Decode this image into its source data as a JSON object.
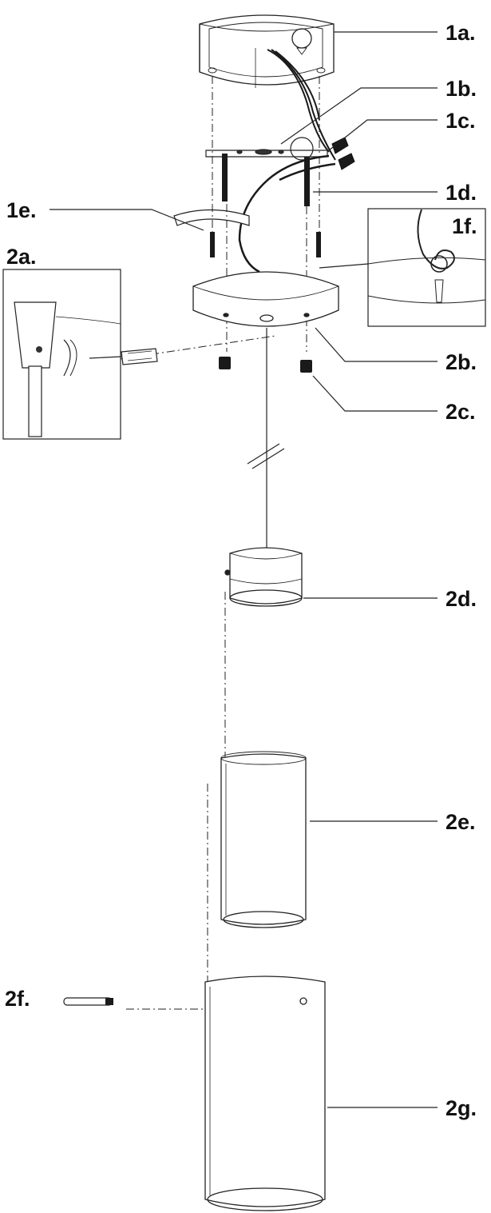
{
  "labels": {
    "l1a": "1a.",
    "l1b": "1b.",
    "l1c": "1c.",
    "l1d": "1d.",
    "l1e": "1e.",
    "l1f": "1f.",
    "l2a": "2a.",
    "l2b": "2b.",
    "l2c": "2c.",
    "l2d": "2d.",
    "l2e": "2e.",
    "l2f": "2f.",
    "l2g": "2g."
  },
  "colors": {
    "line": "#222222",
    "hardware": "#1a1a1a",
    "background": "#ffffff"
  }
}
